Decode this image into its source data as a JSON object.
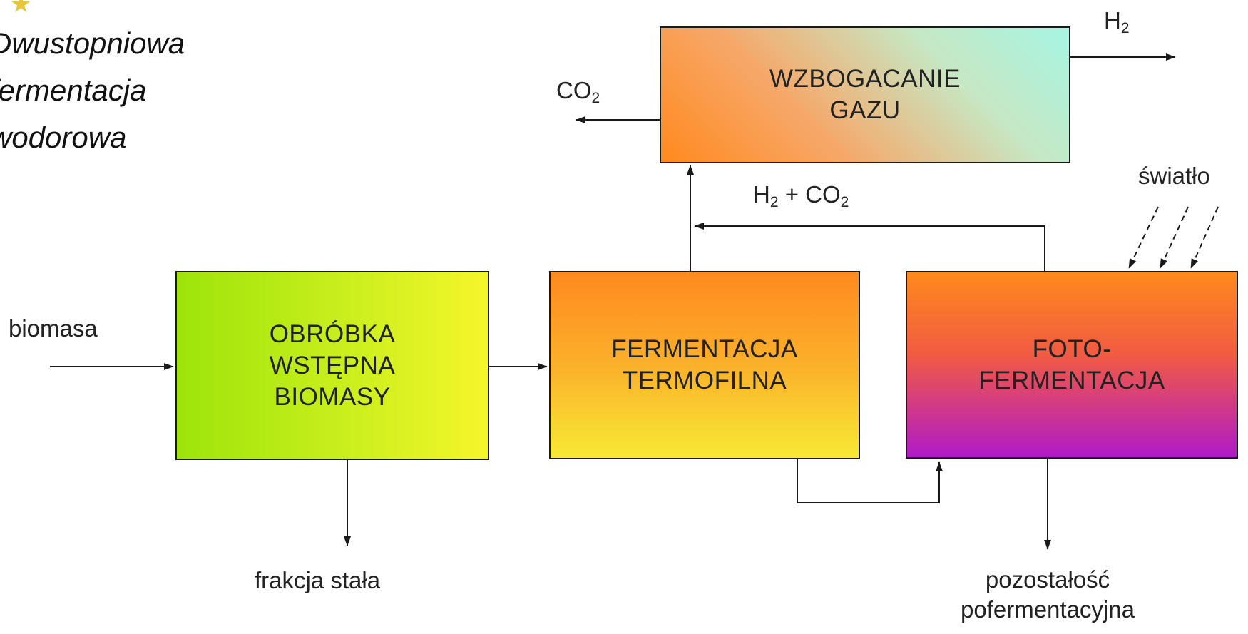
{
  "title": {
    "lines": [
      "Dwustopniowa",
      "fermentacja",
      "wodorowa"
    ]
  },
  "boxes": {
    "enrich": {
      "lines": [
        "WZBOGACANIE",
        "GAZU"
      ]
    },
    "pretreatment": {
      "lines": [
        "OBRÓBKA",
        "WSTĘPNA",
        "BIOMASY"
      ]
    },
    "thermophilic": {
      "lines": [
        "FERMENTACJA",
        "TERMOFILNA"
      ]
    },
    "photo": {
      "lines": [
        "FOTO-",
        "FERMENTACJA"
      ]
    }
  },
  "labels": {
    "h2_main": "H",
    "h2_sub": "2",
    "co2_main": "CO",
    "co2_sub": "2",
    "mix_h": "H",
    "mix_sub1": "2",
    "mix_plus": " + CO",
    "mix_sub2": "2",
    "light": "światło",
    "biomass": "biomasa",
    "solid_fraction": "frakcja stała",
    "residue_lines": [
      "pozostałość",
      "pofermentacyjna"
    ]
  },
  "colors": {
    "line": "#1a1a1a",
    "star": "#e7c63a"
  }
}
